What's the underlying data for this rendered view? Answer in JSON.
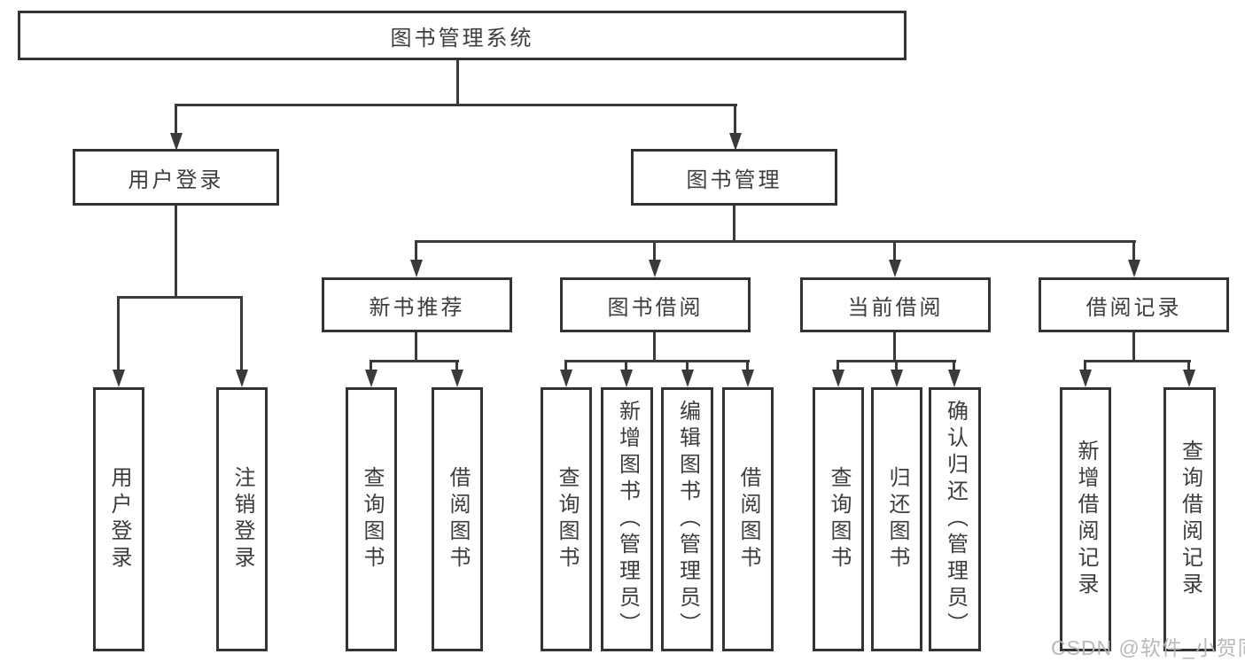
{
  "tree": {
    "label": "图书管理系统",
    "children": [
      {
        "label": "用户登录",
        "children": [
          {
            "label": "用户登录"
          },
          {
            "label": "注销登录"
          }
        ]
      },
      {
        "label": "图书管理",
        "children": [
          {
            "label": "新书推荐",
            "children": [
              {
                "label": "查询图书"
              },
              {
                "label": "借阅图书"
              }
            ]
          },
          {
            "label": "图书借阅",
            "children": [
              {
                "label": "查询图书"
              },
              {
                "label": "新增图书（管理员）"
              },
              {
                "label": "编辑图书（管理员）"
              },
              {
                "label": "借阅图书"
              }
            ]
          },
          {
            "label": "当前借阅",
            "children": [
              {
                "label": "查询图书"
              },
              {
                "label": "归还图书"
              },
              {
                "label": "确认归还（管理员）"
              }
            ]
          },
          {
            "label": "借阅记录",
            "children": [
              {
                "label": "新增借阅记录"
              },
              {
                "label": "查询借阅记录"
              }
            ]
          }
        ]
      }
    ]
  },
  "watermark": {
    "text": "CSDN @软件_小贺同学"
  },
  "colors": {
    "line": "#3a3a3a",
    "border": "#333333",
    "text": "#3d3d3d",
    "watermark": "#b4b4b4",
    "background": "#ffffff"
  }
}
